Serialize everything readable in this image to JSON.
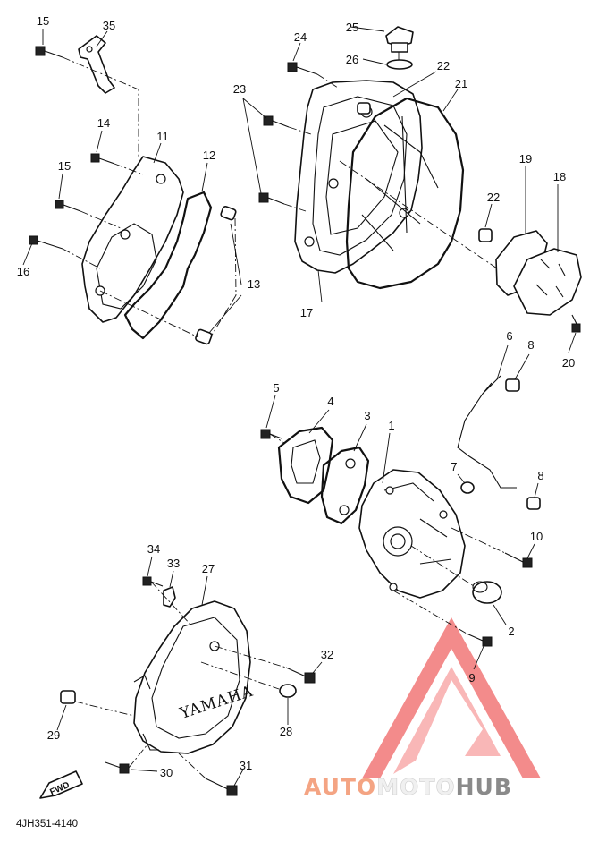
{
  "callouts": [
    {
      "id": "c1",
      "label": "1"
    },
    {
      "id": "c2",
      "label": "2"
    },
    {
      "id": "c3",
      "label": "3"
    },
    {
      "id": "c4",
      "label": "4"
    },
    {
      "id": "c5",
      "label": "5"
    },
    {
      "id": "c6",
      "label": "6"
    },
    {
      "id": "c7",
      "label": "7"
    },
    {
      "id": "c8a",
      "label": "8"
    },
    {
      "id": "c8b",
      "label": "8"
    },
    {
      "id": "c9",
      "label": "9"
    },
    {
      "id": "c10",
      "label": "10"
    },
    {
      "id": "c11",
      "label": "11"
    },
    {
      "id": "c12",
      "label": "12"
    },
    {
      "id": "c13",
      "label": "13"
    },
    {
      "id": "c14",
      "label": "14"
    },
    {
      "id": "c15a",
      "label": "15"
    },
    {
      "id": "c15b",
      "label": "15"
    },
    {
      "id": "c16",
      "label": "16"
    },
    {
      "id": "c17",
      "label": "17"
    },
    {
      "id": "c18",
      "label": "18"
    },
    {
      "id": "c19",
      "label": "19"
    },
    {
      "id": "c20",
      "label": "20"
    },
    {
      "id": "c21",
      "label": "21"
    },
    {
      "id": "c22a",
      "label": "22"
    },
    {
      "id": "c22b",
      "label": "22"
    },
    {
      "id": "c23",
      "label": "23"
    },
    {
      "id": "c24",
      "label": "24"
    },
    {
      "id": "c25",
      "label": "25"
    },
    {
      "id": "c26",
      "label": "26"
    },
    {
      "id": "c27",
      "label": "27"
    },
    {
      "id": "c28",
      "label": "28"
    },
    {
      "id": "c29",
      "label": "29"
    },
    {
      "id": "c30",
      "label": "30"
    },
    {
      "id": "c31",
      "label": "31"
    },
    {
      "id": "c32",
      "label": "32"
    },
    {
      "id": "c33",
      "label": "33"
    },
    {
      "id": "c34",
      "label": "34"
    },
    {
      "id": "c35",
      "label": "35"
    }
  ],
  "diagram_code": "4JH351-4140",
  "cover_brand": "YAMAHA",
  "fwd_label": "FWD",
  "watermark": {
    "part1": "AUTO",
    "part2": "MOTO",
    "part3": "HUB",
    "color1": "#f4a483",
    "color2": "#f0f0f0",
    "color3": "#8a8a8a",
    "logo_color": "#f06565"
  }
}
